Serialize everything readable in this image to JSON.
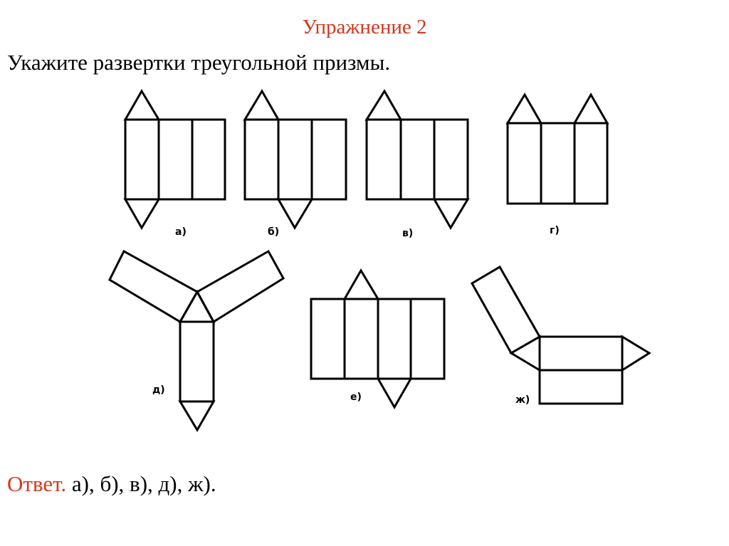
{
  "slide": {
    "title": "Упражнение 2",
    "task": "Укажите развертки треугольной призмы.",
    "answer_label": "Ответ.",
    "answer_text": " а), б), в), д), ж)."
  },
  "figures": {
    "a": "а)",
    "b": "б)",
    "v": "в)",
    "g": "г)",
    "d": "д)",
    "e": "е)",
    "zh": "ж)"
  }
}
